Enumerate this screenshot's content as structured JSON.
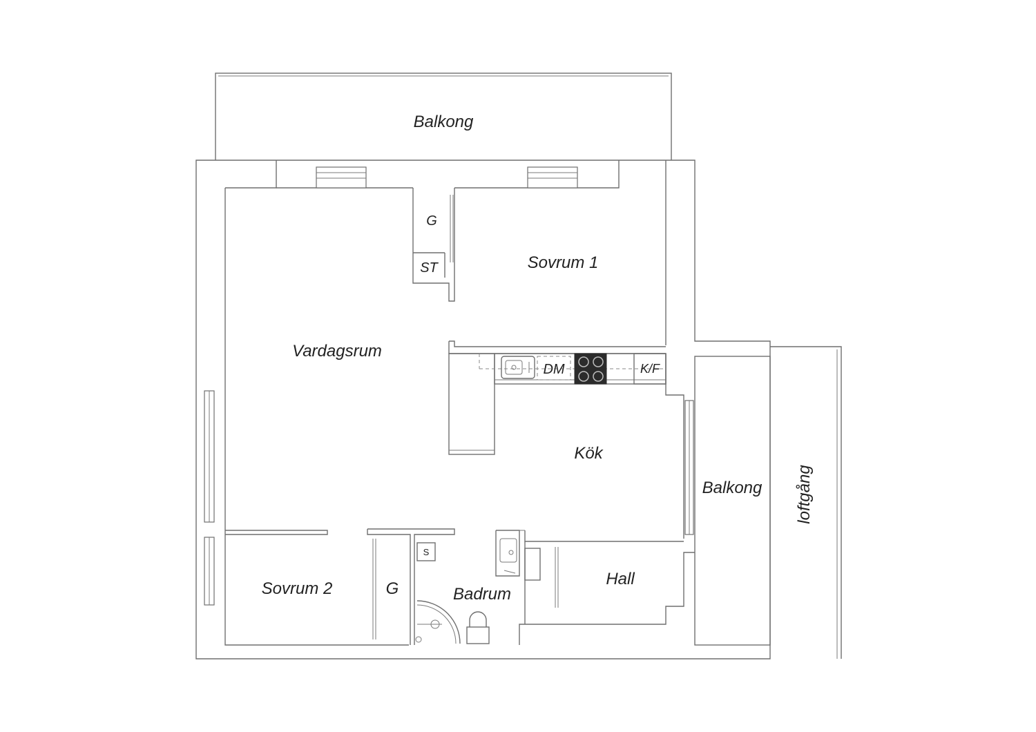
{
  "rooms": {
    "balkong_top": "Balkong",
    "garderob_top": "G",
    "storage": "ST",
    "sovrum1": "Sovrum 1",
    "vardagsrum": "Vardagsrum",
    "dishwasher": "DM",
    "fridge": "K/F",
    "kok": "Kök",
    "balkong_right": "Balkong",
    "loftgang": "loftgång",
    "sovrum2": "Sovrum 2",
    "garderob_bottom": "G",
    "badrum": "Badrum",
    "hall": "Hall",
    "washer": "S"
  }
}
